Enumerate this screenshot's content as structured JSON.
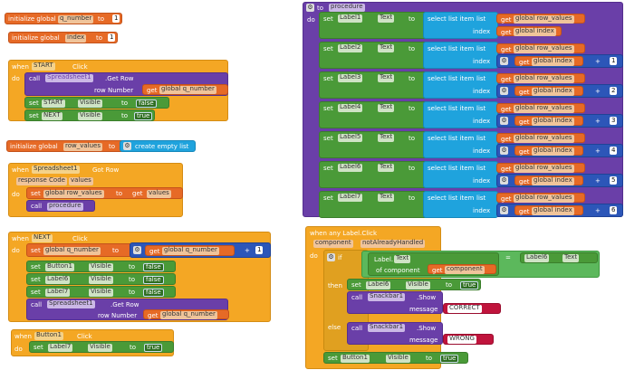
{
  "blocks": {
    "init_q": {
      "kw": "initialize global",
      "var": "q_number",
      "to": "to",
      "val": "1"
    },
    "init_index": {
      "kw": "initialize global",
      "var": "index",
      "to": "to",
      "val": "1"
    },
    "start_click": {
      "when": "when",
      "comp": "START",
      "ev": "Click",
      "do": "do",
      "call": "call",
      "sheet": "Spreadsheet1",
      "method": ".Get Row",
      "rownum": "row Number",
      "get": "get",
      "gvar": "global q_number",
      "set": "set",
      "start": "START",
      "visible": "Visible",
      "to": "to",
      "false": "false",
      "next": "NEXT",
      "true": "true"
    },
    "init_rows": {
      "kw": "initialize global",
      "var": "row_values",
      "to": "to",
      "create": "create empty list"
    },
    "got_row": {
      "when": "when",
      "comp": "Spreadsheet1",
      "ev": "Got Row",
      "p1": "response Code",
      "p2": "values",
      "do": "do",
      "set": "set",
      "gvar": "global row_values",
      "to": "to",
      "get": "get",
      "val": "values",
      "call": "call",
      "proc": "procedure"
    },
    "next_click": {
      "when": "when",
      "comp": "NEXT",
      "ev": "Click",
      "do": "do",
      "set": "set",
      "gvar": "global q_number",
      "to": "to",
      "get": "get",
      "plus": "+",
      "one": "1",
      "b1": "Button1",
      "l6": "Label6",
      "l7": "Label7",
      "visible": "Visible",
      "false": "false",
      "call": "call",
      "sheet": "Spreadsheet1",
      "method": ".Get Row",
      "rownum": "row Number",
      "gvar2": "global q_number"
    },
    "button1_click": {
      "when": "when",
      "comp": "Button1",
      "ev": "Click",
      "do": "do",
      "set": "set",
      "l7": "Label7",
      "visible": "Visible",
      "to": "to",
      "true": "true"
    },
    "proc": {
      "to": "to",
      "name": "procedure",
      "do": "do",
      "set": "set",
      "text": "Text",
      "to2": "to",
      "select": "select list item",
      "list": "list",
      "index": "index",
      "get": "get",
      "rows": "global row_values",
      "gidx": "global index",
      "plus": "+",
      "labels": [
        "Label1",
        "Label2",
        "Label3",
        "Label4",
        "Label5",
        "Label6",
        "Label7"
      ],
      "nums": [
        "1",
        "2",
        "3",
        "4",
        "5",
        "6"
      ]
    },
    "any_label": {
      "when": "when any Label.Click",
      "comp": "component",
      "handled": "notAlreadyHandled",
      "do": "do",
      "if": "if",
      "label": "Label.",
      "text": "Text",
      "of": "of component",
      "get": "get",
      "compv": "component",
      "eq": "=",
      "l6": "Label6",
      "text2": "Text",
      "then": "then",
      "set": "set",
      "vis": "Visible",
      "to": "to",
      "true": "true",
      "call": "call",
      "snack": "Snackbar1",
      ".show": ".Show",
      "msg": "message",
      "correct": "CORRECT",
      "else": "else",
      "wrong": "WRONG",
      "b1": "Button1"
    }
  }
}
